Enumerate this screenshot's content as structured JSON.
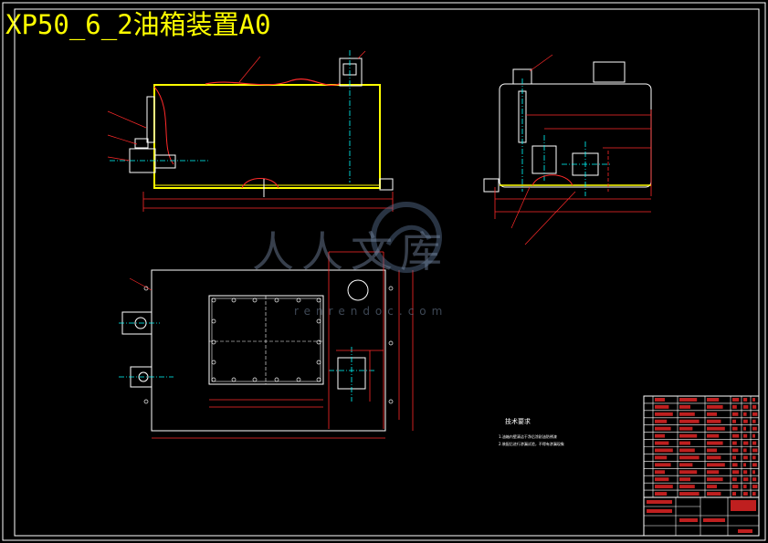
{
  "title": "XP50_6_2油箱装置A0",
  "technical_notes": {
    "heading": "技术要求",
    "lines": [
      "1.油箱内壁清洁干净后涂耐油防锈漆",
      "2.装配后进行渗漏试验，不得有渗漏现象"
    ]
  },
  "watermark": {
    "text": "人人文库",
    "url": "renrendoc.com"
  },
  "colors": {
    "background": "#000000",
    "frame": "#ffffff",
    "outline": "#ffff00",
    "dimension": "#ff0000",
    "centerline": "#00ffff",
    "watermark": "#7a8da8"
  }
}
